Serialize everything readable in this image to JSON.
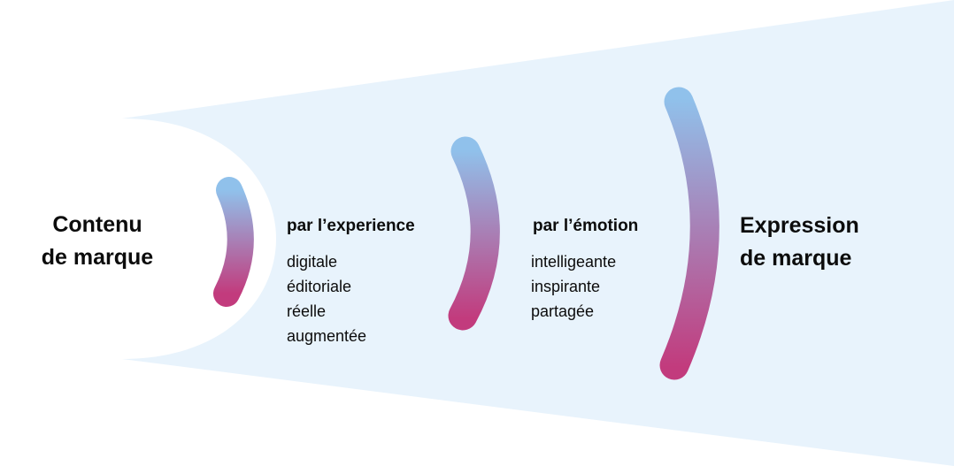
{
  "colors": {
    "funnel_fill": "#e8f3fc",
    "arc_top": "#90c1eb",
    "arc_bottom": "#c23b7d",
    "text": "#0c0c0c"
  },
  "source": {
    "lines": [
      "Contenu",
      "de marque"
    ]
  },
  "stages": [
    {
      "heading": "par l’experience",
      "items": [
        "digitale",
        "éditoriale",
        "réelle",
        "augmentée"
      ]
    },
    {
      "heading": "par l’émotion",
      "items": [
        "intelligeante",
        "inspirante",
        "partagée"
      ]
    }
  ],
  "target": {
    "lines": [
      "Expression",
      "de marque"
    ]
  }
}
